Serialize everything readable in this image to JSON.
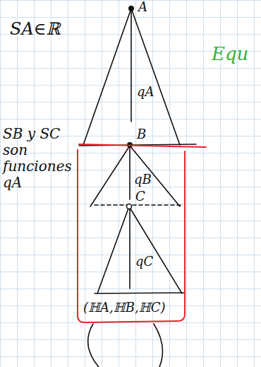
{
  "diagram": {
    "labels": [
      "SA∈ℝ",
      "A",
      "qA",
      "Equ",
      "B",
      "qB",
      "C",
      "qC",
      "SB y SC son funciones qA",
      "(ℍA,ℍB,ℍC)"
    ]
  }
}
